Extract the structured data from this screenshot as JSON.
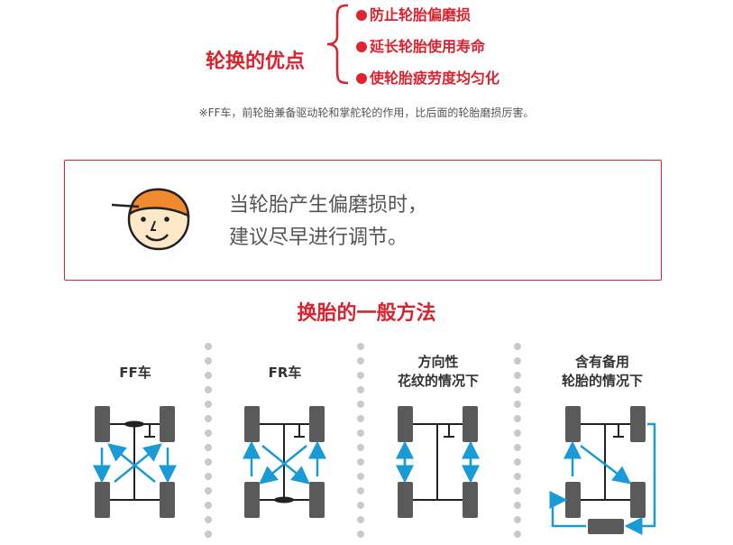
{
  "advantages": {
    "title": "轮换的优点",
    "items": [
      "防止轮胎偏磨损",
      "延长轮胎使用寿命",
      "使轮胎疲劳度均匀化"
    ]
  },
  "note": "※FF车，前轮胎兼备驱动轮和掌舵轮的作用，比后面的轮胎磨损厉害。",
  "advice": {
    "line1": "当轮胎产生偏磨损时，",
    "line2": "建议尽早进行调节。"
  },
  "methods": {
    "title": "换胎的一般方法",
    "columns": [
      {
        "title_line1": "FF车",
        "title_line2": ""
      },
      {
        "title_line1": "FR车",
        "title_line2": ""
      },
      {
        "title_line1": "方向性",
        "title_line2": "花纹的情况下"
      },
      {
        "title_line1": "含有备用",
        "title_line2": "轮胎的情况下"
      }
    ]
  },
  "colors": {
    "accent_red": "#d9232e",
    "arrow_blue": "#1a9bd7",
    "tire_gray": "#5a5a5a"
  },
  "icons": {
    "face": "cartoon-boy-face-icon"
  }
}
